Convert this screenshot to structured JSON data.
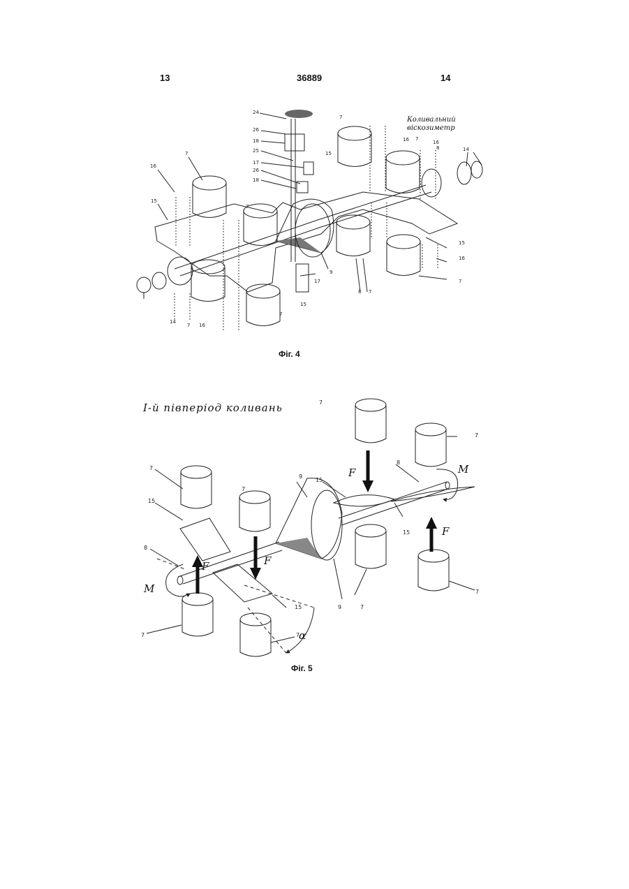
{
  "header": {
    "left_page": "13",
    "doc_number": "36889",
    "right_page": "14"
  },
  "fig4": {
    "title_line1": "Коливальний",
    "title_line2": "віскозиметр",
    "caption": "Фіг. 4",
    "labels": {
      "l24": "24",
      "l26a": "26",
      "l18a": "18",
      "l25": "25",
      "l17a": "17",
      "l26b": "26",
      "l18b": "18",
      "l7a": "7",
      "l7b": "7",
      "l7c": "7",
      "l7d": "7",
      "l7e": "7",
      "l7f": "7",
      "l7g": "7",
      "l7h": "7",
      "l16a": "16",
      "l16b": "16",
      "l16c": "16",
      "l16d": "16",
      "l16e": "16",
      "l15a": "15",
      "l15b": "15",
      "l15c": "15",
      "l15d": "15",
      "l14a": "14",
      "l14b": "14",
      "l8a": "8",
      "l8b": "8",
      "l9": "9",
      "l17b": "17"
    }
  },
  "fig5": {
    "title": "І-й півперіод коливань",
    "caption": "Фіг. 5",
    "labels": {
      "l7a": "7",
      "l7b": "7",
      "l7c": "7",
      "l7d": "7",
      "l7e": "7",
      "l7f": "7",
      "l7g": "7",
      "l7h": "7",
      "l9a": "9",
      "l9b": "9",
      "l15a": "15",
      "l15b": "15",
      "l15c": "15",
      "l15d": "15",
      "l8a": "8",
      "l8b": "8",
      "M1": "M",
      "M2": "M",
      "F1": "F",
      "F2": "F",
      "F3": "F",
      "F4": "F",
      "alpha": "α"
    }
  }
}
